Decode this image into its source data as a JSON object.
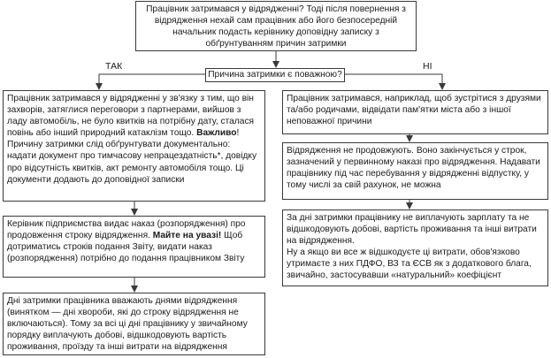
{
  "top_box": {
    "text": "Працівник затримався у відрядженні? Тоді після повернення з відрядження нехай сам працівник або його безпосередній начальник подасть керівнику доповідну записку з обґрунтуванням причин затримки"
  },
  "question": "Причина затримки є поважною?",
  "yes_label": "ТАК",
  "no_label": "НІ",
  "left_box1": {
    "text1": "Працівник затримався у відрядженні у зв'язку з тим, що він захворів, затяглися переговори з партнерами, вийшов з ладу автомобіль, не було квитків на потрібну дату, сталася повінь або інший природний катаклізм тощо.",
    "bold": "Важливо",
    "text2": "! Причину затримки слід обґрунтувати документально: надати документ про тимчасову непрацездатність*, довідку про відсутність квитків, акт ремонту автомобіля тощо. Ці документи додають до доповідної записки"
  },
  "left_box2": {
    "text1": "Керівник підприємства видає наказ (розпорядження) про продовження строку відрядження.",
    "bold": "Майте на увазі!",
    "text2": " Щоб дотриматись строків подання Звіту, видати наказ (розпорядження) потрібно до подання працівником Звіту"
  },
  "left_box3": {
    "text": "Дні затримки працівника вважають днями відрядження (винятком — дні хвороби, які до строку відрядження не включаються). Тому за всі ці дні працівнику у звичайному порядку виплачують добові, відшкодовують вартість проживання, проїзду та інші витрати на відрядження"
  },
  "right_box1": {
    "text": "Працівник затримався, наприклад, щоб зустрітися з друзями та/або родичами, відвідати пам'ятки міста або з іншої неповажної причини"
  },
  "right_box2": {
    "text": "Відрядження не продовжують. Воно закінчується у строк, зазначений у первинному наказі про відрядження. Надавати працівнику під час перебування у відрядженні відпустку, у тому числі за свій рахунок, не можна"
  },
  "right_box3": {
    "text1": "За дні затримки працівнику не виплачують зарплату та не відшкодовують добові, вартість проживання та інші витрати на відрядження.",
    "text2": "Ну а якщо ви все ж відшкодуєте ці витрати, обов'язково утримаєте з них ПДФО, ВЗ та ЄСВ як з додаткового блага, звичайно, застосувавши «натуральний» коефіцієнт"
  }
}
